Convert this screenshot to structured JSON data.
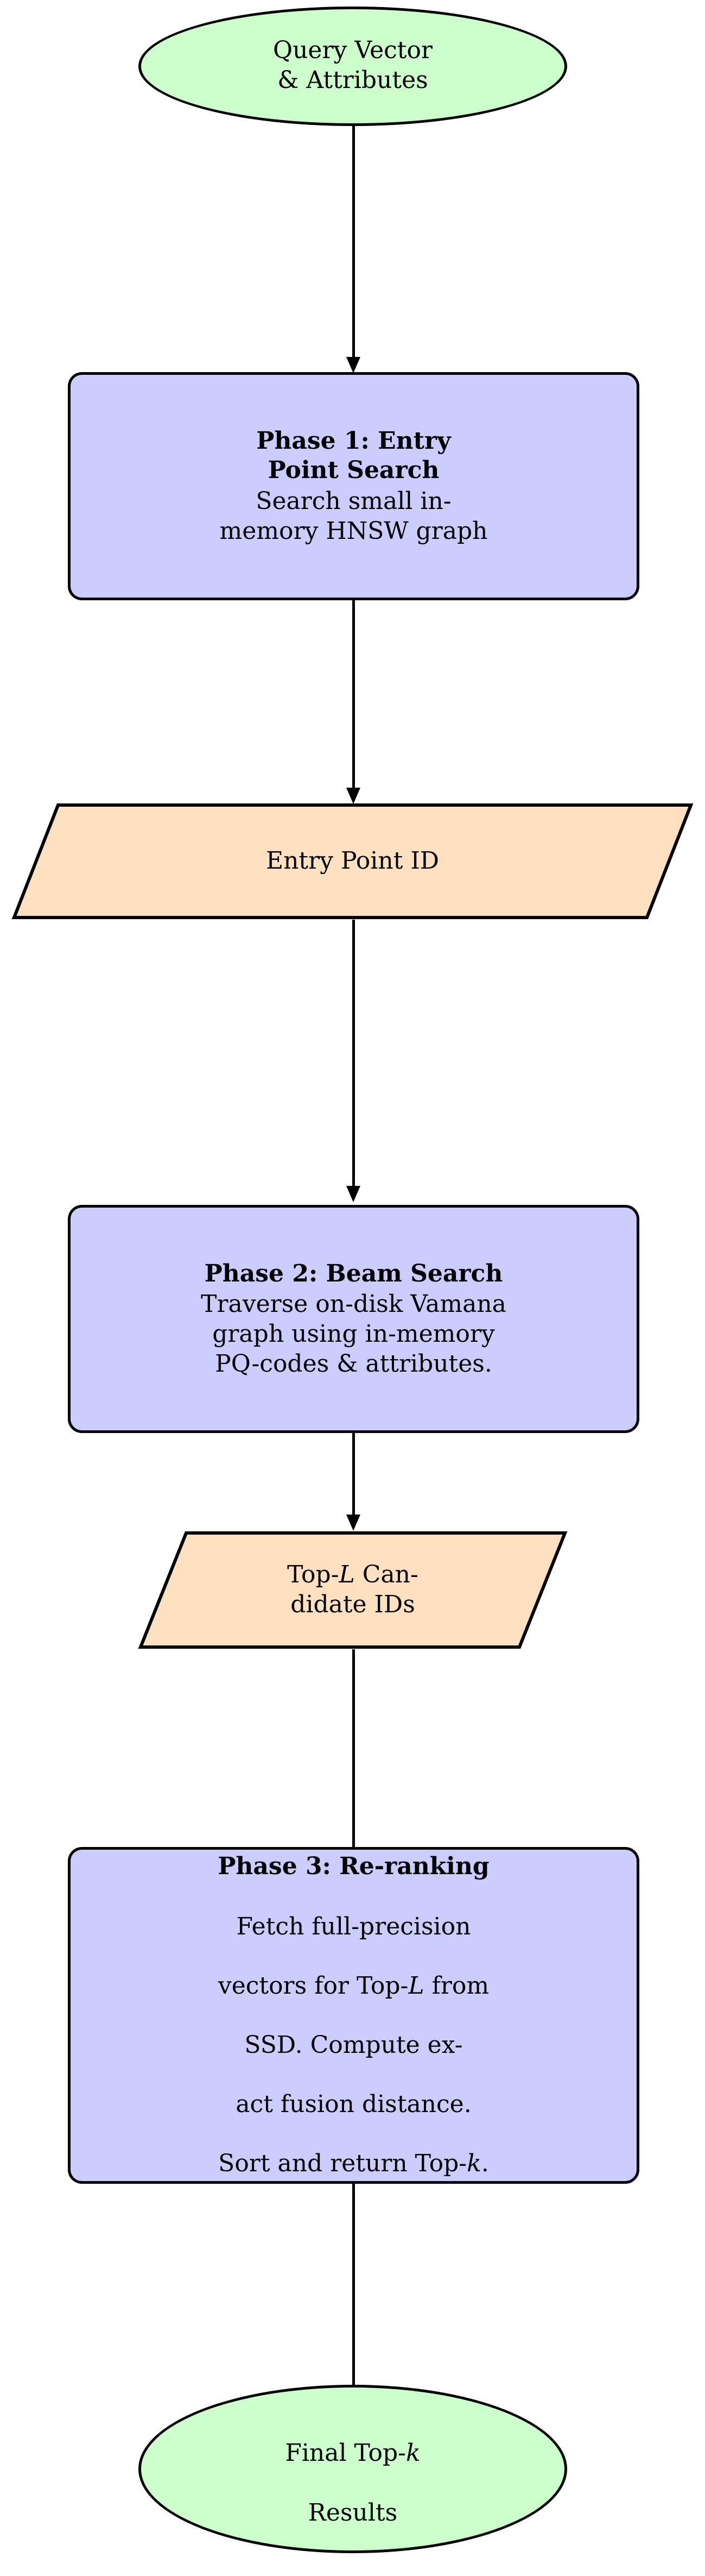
{
  "diagram": {
    "type": "flowchart",
    "orientation": "top-to-bottom",
    "title": "Three-phase filtered vector search pipeline",
    "palette": {
      "terminal_fill": "#ccffcc",
      "process_fill": "#ccccff",
      "data_fill": "#ffe0c0",
      "stroke": "#000000",
      "background": "#ffffff"
    }
  },
  "nodes": {
    "start": {
      "shape": "ellipse",
      "label": "Query Vector\n& Attributes",
      "fill": "#ccffcc"
    },
    "phase1": {
      "shape": "rounded-rect",
      "title": "Phase 1:  Entry\nPoint Search",
      "body": "Search small in-\nmemory HNSW graph",
      "fill": "#ccccff"
    },
    "entry_point_id": {
      "shape": "parallelogram",
      "label": "Entry Point ID",
      "fill": "#ffe0c0"
    },
    "phase2": {
      "shape": "rounded-rect",
      "title": "Phase 2:  Beam Search",
      "body": "Traverse on-disk Vamana\ngraph using in-memory\nPQ-codes & attributes.",
      "fill": "#ccccff"
    },
    "candidate_ids": {
      "shape": "parallelogram",
      "label_parts": [
        "Top-",
        "L",
        " Can-\ndidate IDs"
      ],
      "label": "Top-L Can-\ndidate IDs",
      "fill": "#ffe0c0"
    },
    "phase3": {
      "shape": "rounded-rect",
      "title": "Phase 3:  Re-ranking",
      "body_line1": "Fetch full-precision",
      "body_line2_pre": "vectors for Top-",
      "body_line2_var": "L",
      "body_line2_post": " from",
      "body_line3": "SSD. Compute ex-",
      "body_line4": "act fusion distance.",
      "body_line5_pre": "Sort and return Top-",
      "body_line5_var": "k",
      "body_line5_post": ".",
      "fill": "#ccccff"
    },
    "end": {
      "shape": "ellipse",
      "label_line1_pre": "Final Top-",
      "label_line1_var": "k",
      "label_line2": "Results",
      "label": "Final Top-k\nResults",
      "fill": "#ccffcc"
    }
  },
  "edges": [
    {
      "from": "start",
      "to": "phase1",
      "arrow": "down"
    },
    {
      "from": "phase1",
      "to": "entry_point_id",
      "arrow": "down"
    },
    {
      "from": "entry_point_id",
      "to": "phase2",
      "arrow": "down"
    },
    {
      "from": "phase2",
      "to": "candidate_ids",
      "arrow": "down"
    },
    {
      "from": "candidate_ids",
      "to": "phase3",
      "arrow": "down"
    },
    {
      "from": "phase3",
      "to": "end",
      "arrow": "down"
    }
  ]
}
